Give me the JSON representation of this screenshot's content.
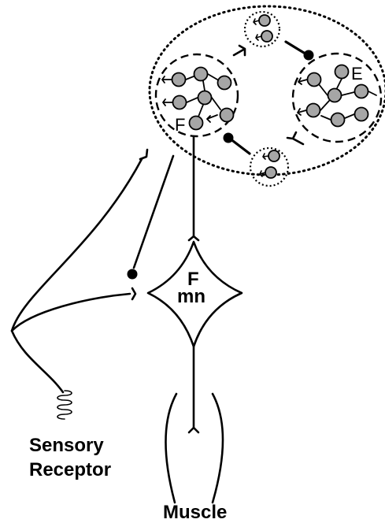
{
  "labels": {
    "flexor_group": "F",
    "extensor_group": "E",
    "motoneuron_line1": "F",
    "motoneuron_line2": "mn",
    "sensory_line1": "Sensory",
    "sensory_line2": "Receptor",
    "muscle": "Muscle"
  }
}
